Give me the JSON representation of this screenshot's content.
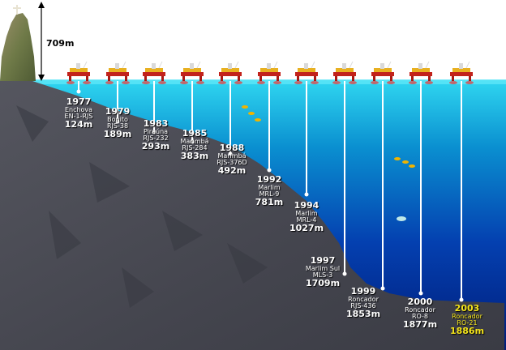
{
  "height_marker": {
    "label": "709m"
  },
  "colors": {
    "sky": "#ffffff",
    "water_surface": "#2ad0ee",
    "water_deep": "#02258e",
    "rock": "#4a4b55",
    "highlight_text": "#f5e51a",
    "riser": "#ffffff"
  },
  "platforms": [
    {
      "year": "1977",
      "field": "Enchova",
      "well": "EN-1-RJS",
      "depth": "124m",
      "depth_value_m": 124,
      "highlight": false
    },
    {
      "year": "1979",
      "field": "Bonito",
      "well": "RJS-38",
      "depth": "189m",
      "depth_value_m": 189,
      "highlight": false
    },
    {
      "year": "1983",
      "field": "Piraúna",
      "well": "RJS-232",
      "depth": "293m",
      "depth_value_m": 293,
      "highlight": false
    },
    {
      "year": "1985",
      "field": "Marimbá",
      "well": "RJS-284",
      "depth": "383m",
      "depth_value_m": 383,
      "highlight": false
    },
    {
      "year": "1988",
      "field": "Marimbá",
      "well": "RJS-376D",
      "depth": "492m",
      "depth_value_m": 492,
      "highlight": false
    },
    {
      "year": "1992",
      "field": "Marlim",
      "well": "MRL-9",
      "depth": "781m",
      "depth_value_m": 781,
      "highlight": false
    },
    {
      "year": "1994",
      "field": "Marlim",
      "well": "MRL-4",
      "depth": "1027m",
      "depth_value_m": 1027,
      "highlight": false
    },
    {
      "year": "1997",
      "field": "Marlim Sul",
      "well": "MLS-3",
      "depth": "1709m",
      "depth_value_m": 1709,
      "highlight": false
    },
    {
      "year": "1999",
      "field": "Roncador",
      "well": "RJS-436",
      "depth": "1853m",
      "depth_value_m": 1853,
      "highlight": false
    },
    {
      "year": "2000",
      "field": "Roncador",
      "well": "RO-8",
      "depth": "1877m",
      "depth_value_m": 1877,
      "highlight": false
    },
    {
      "year": "2003",
      "field": "Roncador",
      "well": "RO-21",
      "depth": "1886m",
      "depth_value_m": 1886,
      "highlight": true
    }
  ]
}
